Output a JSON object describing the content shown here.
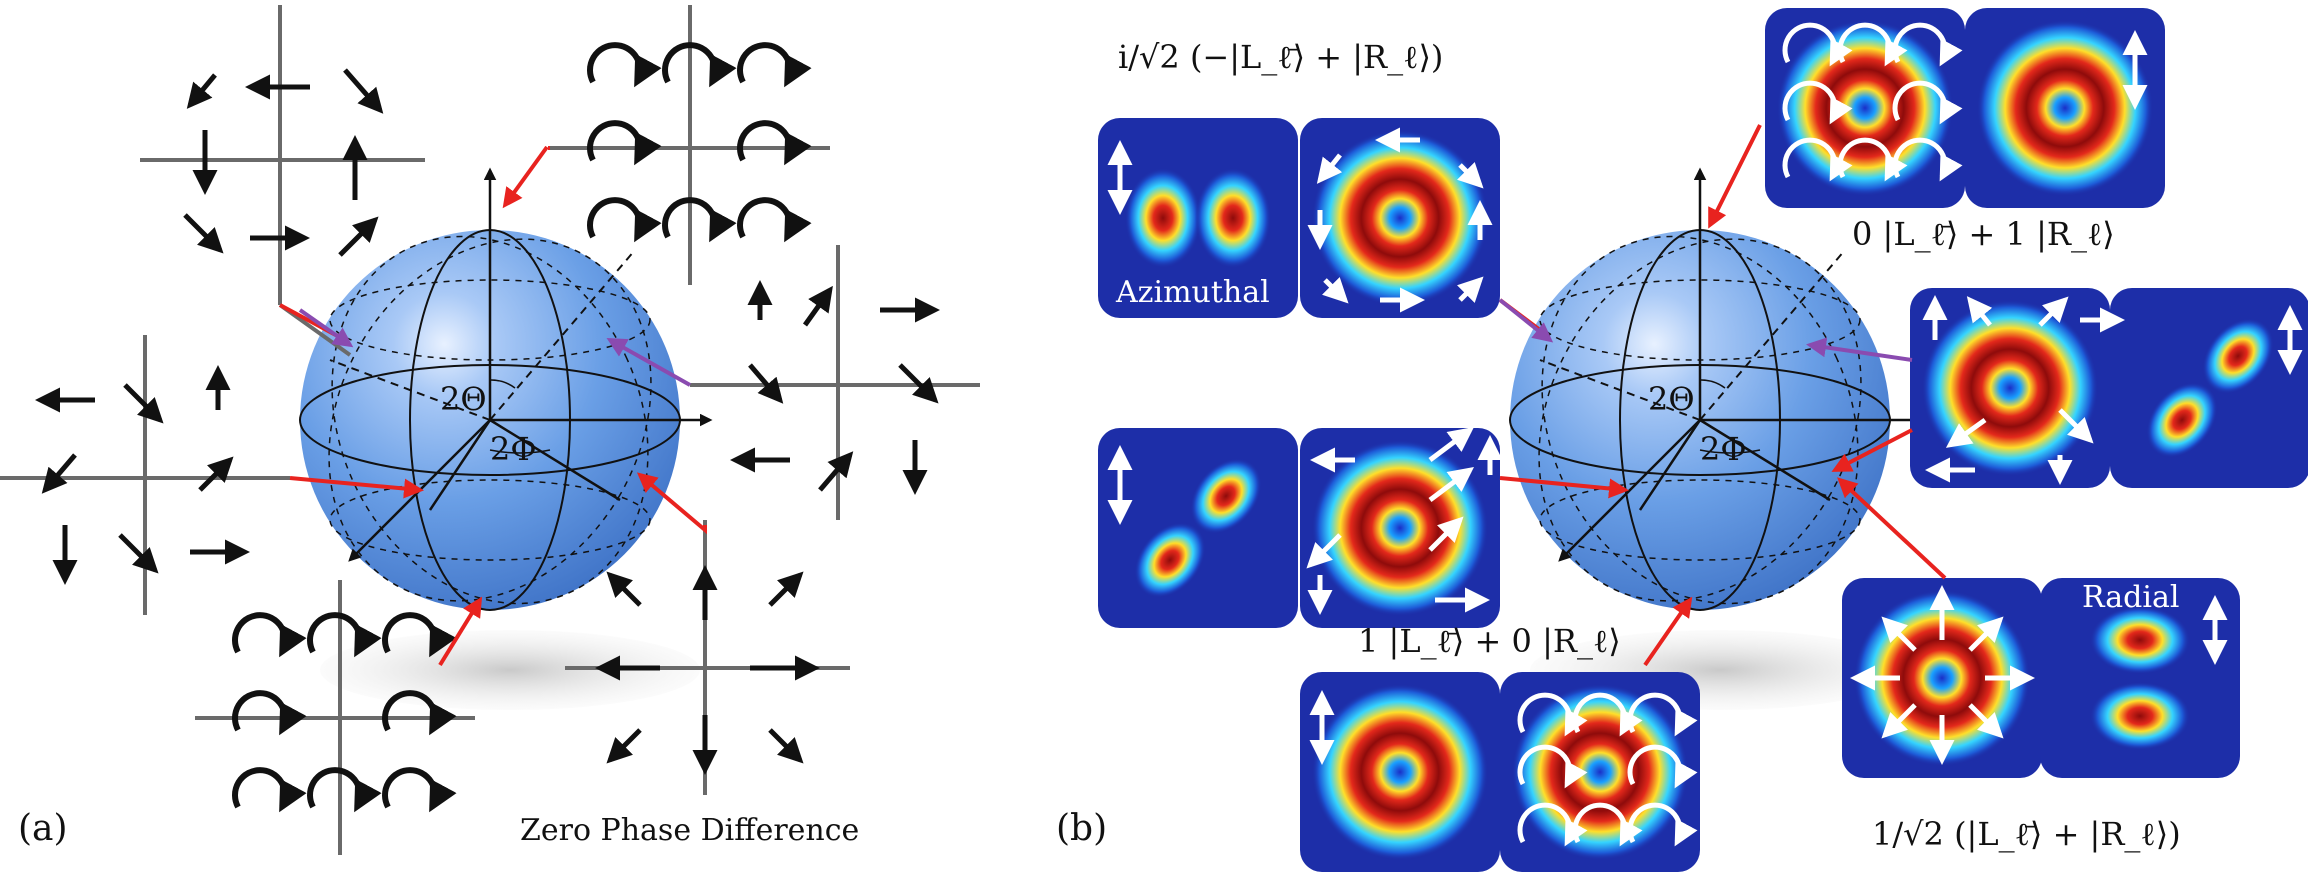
{
  "panel_a": {
    "label": "(a)",
    "sphere_angle_theta": "2Θ",
    "sphere_angle_phi": "2Φ",
    "caption_zero_phase": "Zero Phase Difference"
  },
  "panel_b": {
    "label": "(b)",
    "sphere_angle_theta": "2Θ",
    "sphere_angle_phi": "2Φ",
    "state_top_left": "i/√2 (−|L_ℓ̄⟩ + |R_ℓ⟩)",
    "state_top_right": "0 |L_ℓ̄⟩ + 1 |R_ℓ⟩",
    "state_bottom_left": "1 |L_ℓ̄⟩ + 0 |R_ℓ⟩",
    "state_bottom_right": "1/√2 (|L_ℓ̄⟩ + |R_ℓ⟩)",
    "tile_label_azimuthal": "Azimuthal",
    "tile_label_radial": "Radial"
  },
  "colors": {
    "sphere": "#6a9fe6",
    "pointer_red": "#e8231f",
    "pointer_purple": "#8a4bb0",
    "tile_background": "#1d2ea8",
    "grid_gray": "#6a6a6a"
  }
}
